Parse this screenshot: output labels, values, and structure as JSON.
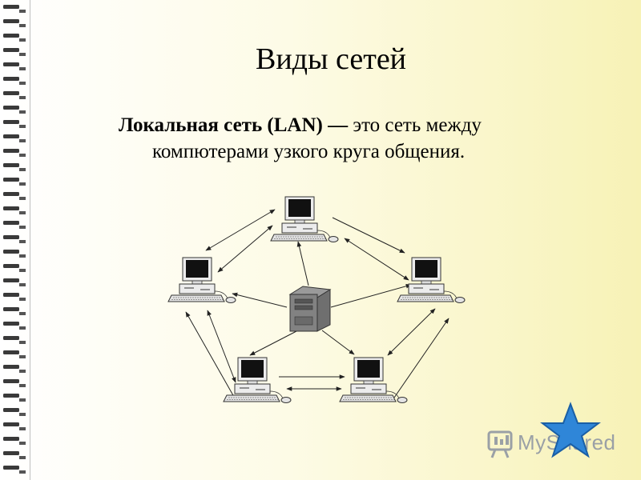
{
  "slide": {
    "title": "Виды сетей",
    "term": "Локальная сеть (LAN)",
    "dash": " — ",
    "definition_line1": "это сеть между",
    "definition_line2": "компютерами  узкого круга общения."
  },
  "diagram": {
    "nodes": [
      {
        "id": "pc-top",
        "label": ""
      },
      {
        "id": "pc-left",
        "label": ""
      },
      {
        "id": "pc-right",
        "label": ""
      },
      {
        "id": "pc-bottom-left",
        "label": ""
      },
      {
        "id": "pc-bottom-right",
        "label": ""
      },
      {
        "id": "server",
        "label": ""
      }
    ]
  },
  "watermark": {
    "text": "MyShared",
    "colors": {
      "star": "#2f86d8",
      "text": "#9aa0a6"
    }
  },
  "icons": [
    "computer-icon",
    "server-icon",
    "star-icon",
    "projector-icon"
  ]
}
